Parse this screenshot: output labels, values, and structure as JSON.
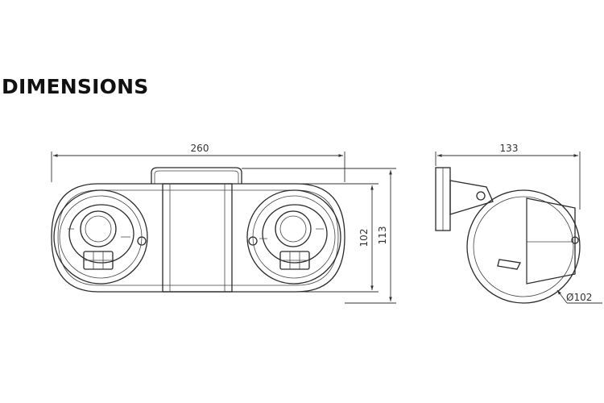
{
  "heading": "DIMENSIONS",
  "dimensions": {
    "front_width": "260",
    "front_body_height": "102",
    "front_total_height": "113",
    "side_depth": "133",
    "side_diameter": "Ø102"
  }
}
